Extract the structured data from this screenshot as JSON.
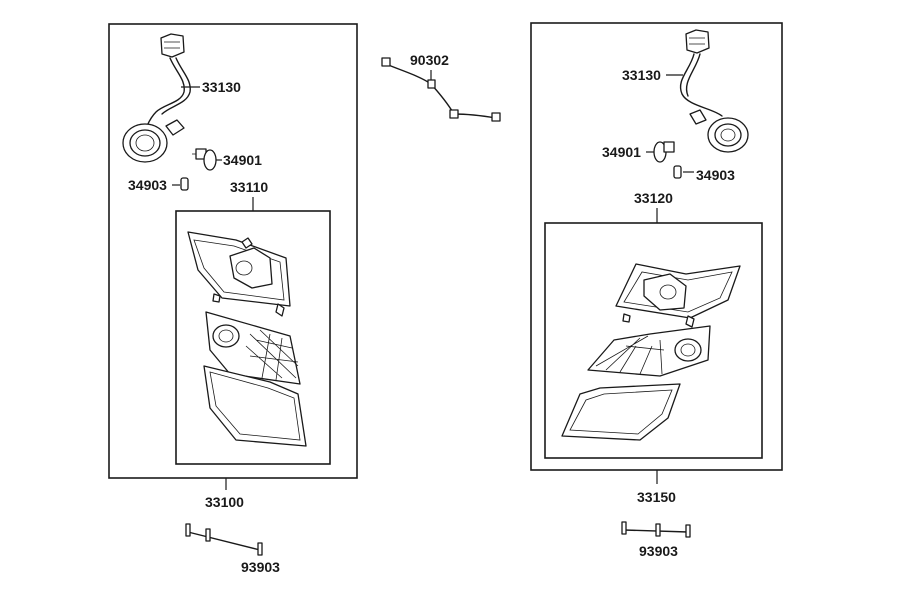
{
  "labels": {
    "l_harness": "33130",
    "l_bulb": "34901",
    "l_socket": "34903",
    "l_unit": "33110",
    "l_assy": "33100",
    "l_screws": "93903",
    "connector": "90302",
    "r_harness": "33130",
    "r_bulb": "34901",
    "r_socket": "34903",
    "r_unit": "33120",
    "r_assy": "33150",
    "r_screws": "93903"
  }
}
